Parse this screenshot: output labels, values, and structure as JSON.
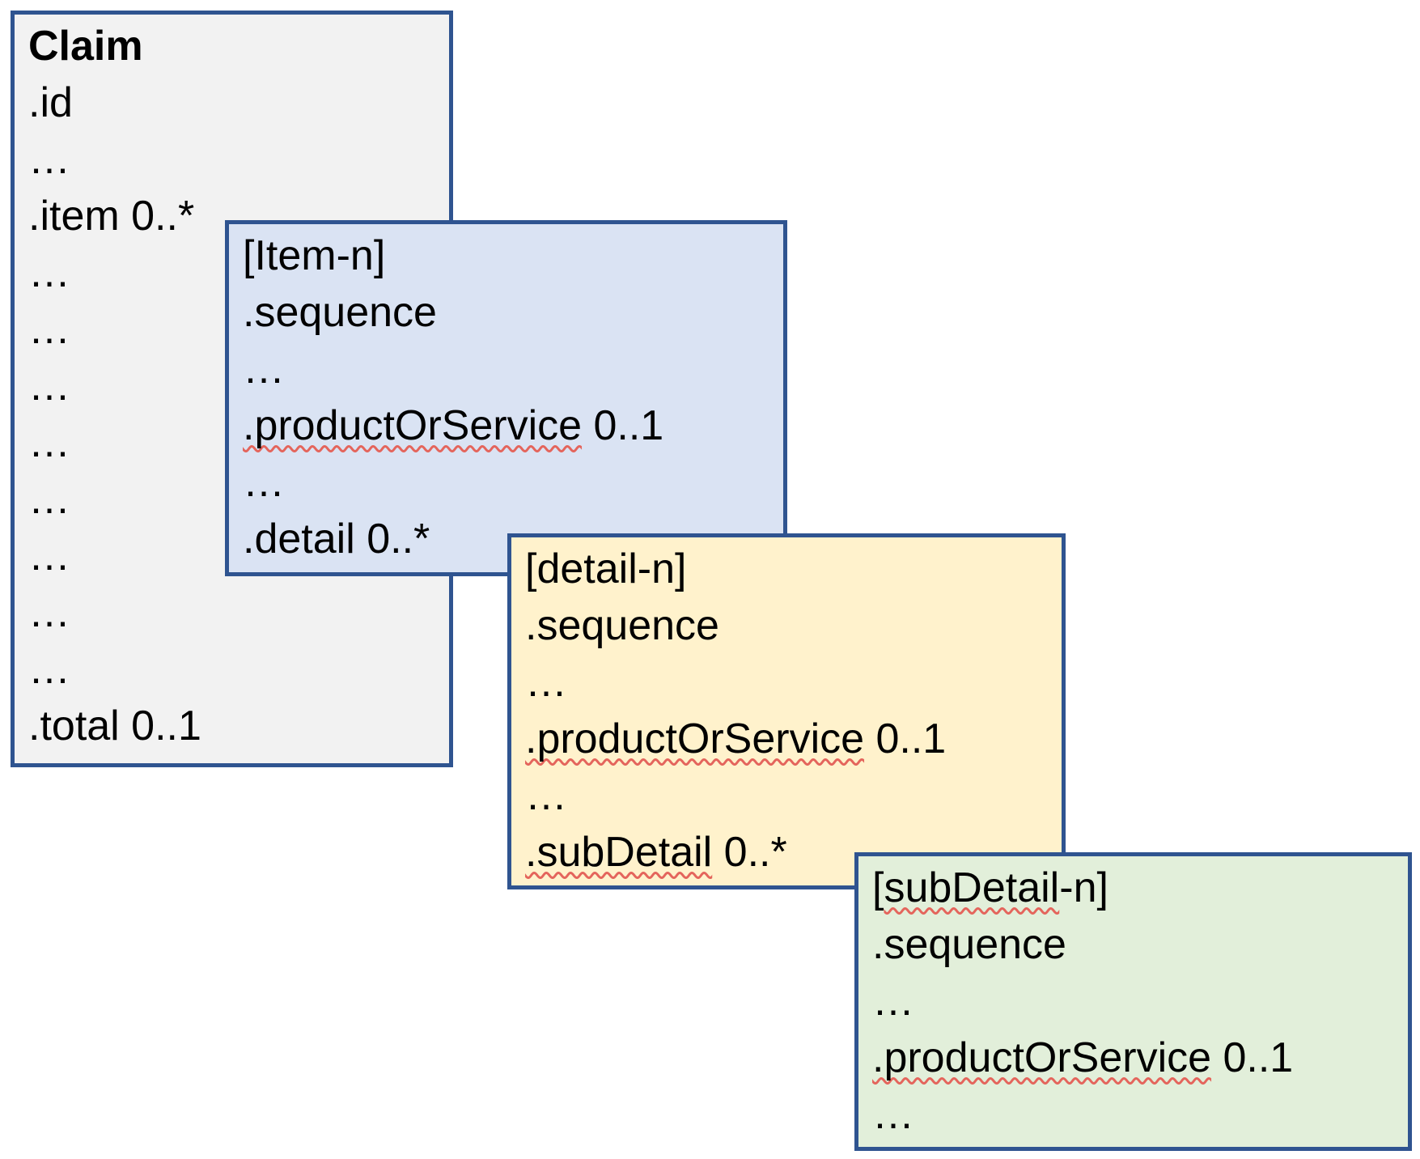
{
  "colors": {
    "background": "#FFFFFF",
    "border": "#2F5490",
    "text": "#000000",
    "squiggle_red": "#E4655C",
    "claim_fill": "#F2F2F2",
    "item_fill": "#DAE3F3",
    "detail_fill": "#FFF2CC",
    "subdetail_fill": "#E2EFDA"
  },
  "boxes": [
    {
      "name": "claim",
      "title": {
        "pre": "Claim",
        "squig": "",
        "post": ""
      },
      "title_bold": true,
      "fill": "#F2F2F2",
      "lines": [
        {
          "pre": ".id",
          "squig": "",
          "post": ""
        },
        {
          "pre": "…",
          "squig": "",
          "post": ""
        },
        {
          "pre": ".item 0..*",
          "squig": "",
          "post": ""
        },
        {
          "pre": "…",
          "squig": "",
          "post": ""
        },
        {
          "pre": "…",
          "squig": "",
          "post": ""
        },
        {
          "pre": "…",
          "squig": "",
          "post": ""
        },
        {
          "pre": "…",
          "squig": "",
          "post": ""
        },
        {
          "pre": "…",
          "squig": "",
          "post": ""
        },
        {
          "pre": "…",
          "squig": "",
          "post": ""
        },
        {
          "pre": "…",
          "squig": "",
          "post": ""
        },
        {
          "pre": "…",
          "squig": "",
          "post": ""
        },
        {
          "pre": ".total 0..1",
          "squig": "",
          "post": ""
        }
      ]
    },
    {
      "name": "item",
      "title": {
        "pre": "[Item-n]",
        "squig": "",
        "post": ""
      },
      "title_bold": false,
      "fill": "#DAE3F3",
      "lines": [
        {
          "pre": ".sequence",
          "squig": "",
          "post": ""
        },
        {
          "pre": "…",
          "squig": "",
          "post": ""
        },
        {
          "pre": "",
          "squig": ".productOrService",
          "post": " 0..1"
        },
        {
          "pre": "…",
          "squig": "",
          "post": ""
        },
        {
          "pre": ".detail 0..*",
          "squig": "",
          "post": ""
        }
      ]
    },
    {
      "name": "detail",
      "title": {
        "pre": "[detail-n]",
        "squig": "",
        "post": ""
      },
      "title_bold": false,
      "fill": "#FFF2CC",
      "lines": [
        {
          "pre": ".sequence",
          "squig": "",
          "post": ""
        },
        {
          "pre": "…",
          "squig": "",
          "post": ""
        },
        {
          "pre": "",
          "squig": ".productOrService",
          "post": " 0..1"
        },
        {
          "pre": "…",
          "squig": "",
          "post": ""
        },
        {
          "pre": "",
          "squig": ".subDetail",
          "post": " 0..*"
        }
      ]
    },
    {
      "name": "subdetail",
      "title": {
        "pre": "[",
        "squig": "subDetail",
        "post": "-n]"
      },
      "title_bold": false,
      "fill": "#E2EFDA",
      "lines": [
        {
          "pre": ".sequence",
          "squig": "",
          "post": ""
        },
        {
          "pre": "…",
          "squig": "",
          "post": ""
        },
        {
          "pre": "",
          "squig": ".productOrService",
          "post": " 0..1"
        },
        {
          "pre": "…",
          "squig": "",
          "post": ""
        }
      ]
    }
  ]
}
